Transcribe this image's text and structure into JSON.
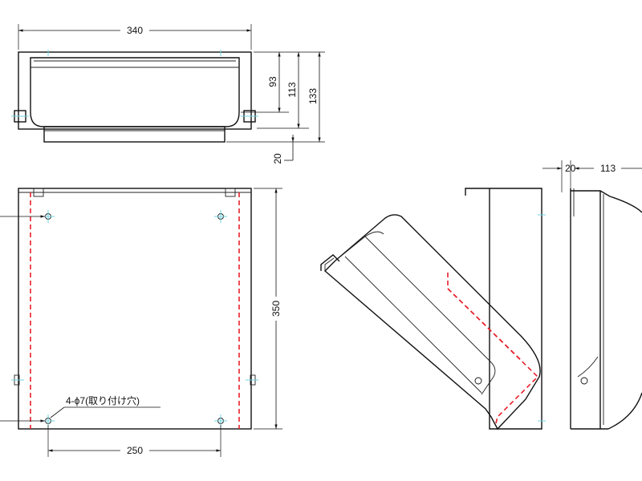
{
  "dimensions": {
    "top_width": "340",
    "top_h93": "93",
    "top_h113": "113",
    "top_h133": "133",
    "top_offset20": "20",
    "front_height": "350",
    "front_hole_pitch": "250",
    "side_offset20": "20",
    "side_depth113": "113"
  },
  "notes": {
    "hole_note": "4-ϕ7(取り付け穴)"
  },
  "colors": {
    "line": "#111111",
    "hidden": "#e8202a",
    "centermark": "#6fd3e0"
  }
}
